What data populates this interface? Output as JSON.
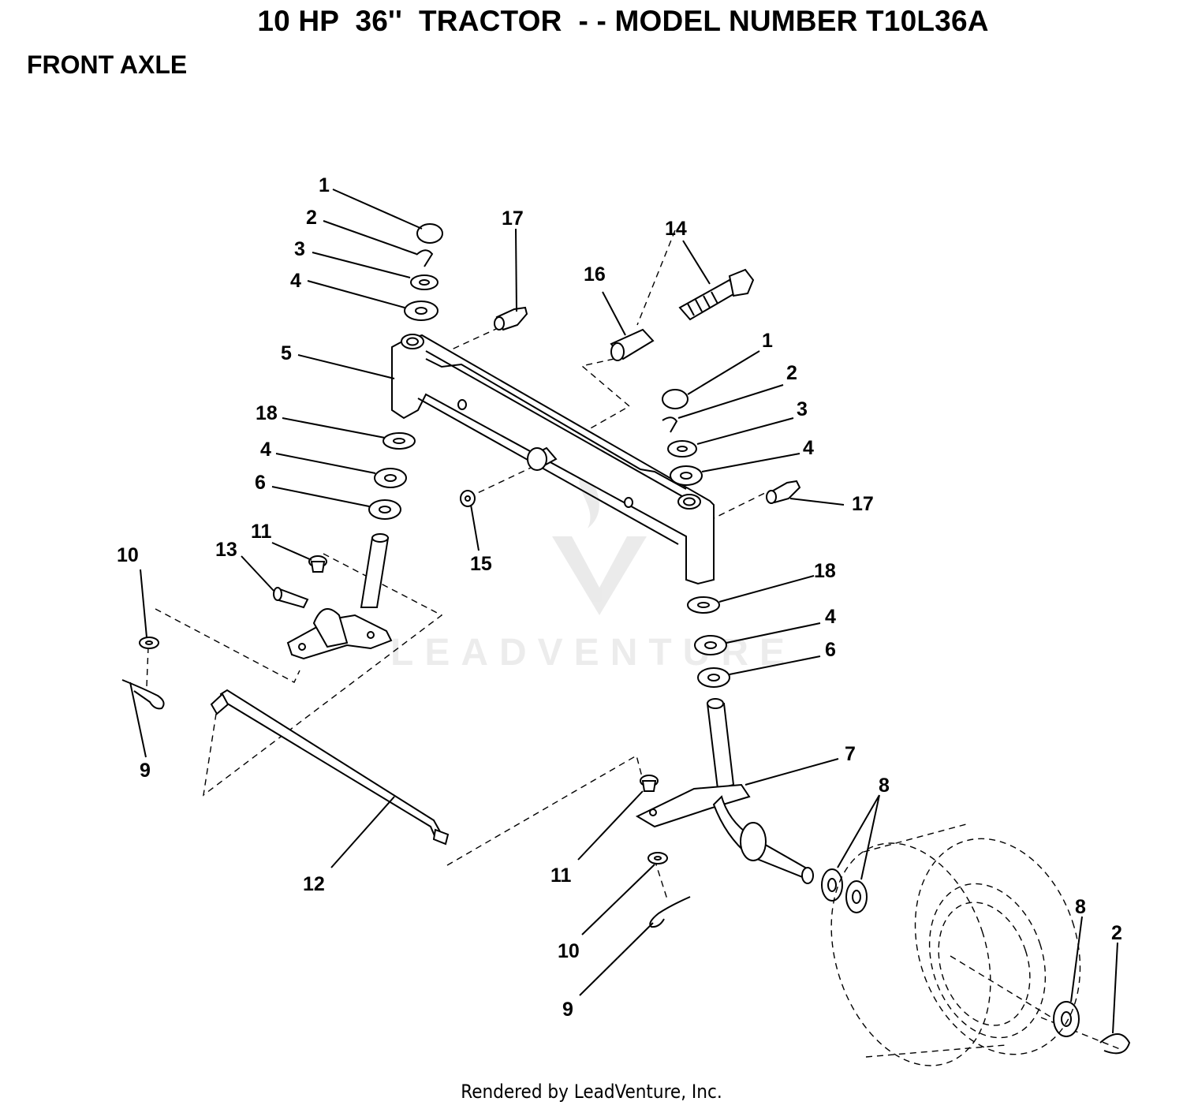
{
  "header": {
    "title": "10 HP  36''  TRACTOR  - - MODEL NUMBER T10L36A",
    "section": "FRONT AXLE"
  },
  "watermark": "LEADVENTURE",
  "footer": "Rendered by LeadVenture, Inc.",
  "callouts": [
    "1",
    "2",
    "3",
    "4",
    "5",
    "18",
    "4",
    "6",
    "11",
    "13",
    "10",
    "9",
    "12",
    "17",
    "16",
    "14",
    "15",
    "1",
    "2",
    "3",
    "4",
    "17",
    "18",
    "4",
    "6",
    "7",
    "8",
    "11",
    "10",
    "9",
    "8",
    "2"
  ]
}
